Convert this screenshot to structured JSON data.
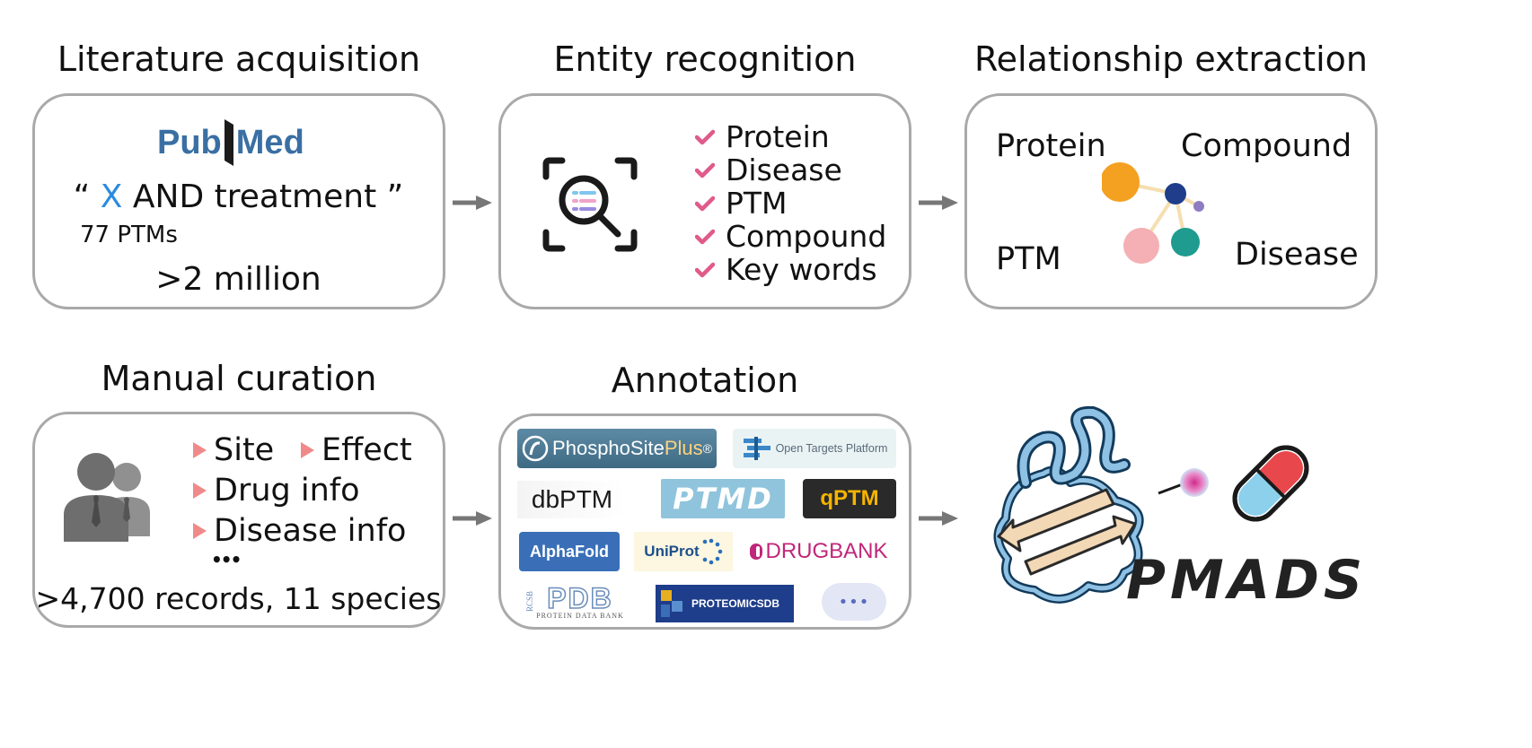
{
  "steps": {
    "literature": {
      "title": "Literature acquisition",
      "logo": {
        "part1": "Pub",
        "part2": "Med"
      },
      "query": {
        "open": "“",
        "x": "X",
        "rest": "AND treatment",
        "close": "”"
      },
      "ptms": "77 PTMs",
      "count": ">2 million"
    },
    "entity": {
      "title": "Entity recognition",
      "icon": "search-document-icon",
      "items": [
        "Protein",
        "Disease",
        "PTM",
        "Compound",
        "Key words"
      ]
    },
    "relationship": {
      "title": "Relationship extraction",
      "labels": {
        "protein": "Protein",
        "compound": "Compound",
        "ptm": "PTM",
        "disease": "Disease"
      },
      "icon": "network-graph-icon"
    },
    "manual": {
      "title": "Manual curation",
      "icon": "users-icon",
      "items": {
        "site": "Site",
        "effect": "Effect",
        "drug": "Drug info",
        "disease": "Disease info"
      },
      "ellipsis": "•••",
      "summary": ">4,700 records, 11 species"
    },
    "annotation": {
      "title": "Annotation",
      "logos": {
        "phosphosite": {
          "main": "PhosphoSite",
          "plus": "Plus",
          "reg": "®"
        },
        "opentargets": "Open Targets Platform",
        "dbptm": "dbPTM",
        "ptmd": "PTMD",
        "qptm": "qPTM",
        "alphafold": "AlphaFold",
        "uniprot": "UniProt",
        "drugbank": "DRUGBANK",
        "pdb": {
          "main": "PDB",
          "sub": "PROTEIN DATA BANK",
          "side": "RCSB"
        },
        "proteomicsdb": "PROTEOMICSDB",
        "more": "•••"
      }
    },
    "final": {
      "name": "PMADS",
      "icons": [
        "protein-structure-icon",
        "pill-icon"
      ]
    }
  },
  "colors": {
    "border": "#a9a9a9",
    "arrow": "#777777",
    "pubmed_blue": "#3a6fa3",
    "query_x": "#2b8be0",
    "check_pink": "#e05a8a",
    "triangle": "#f08a8a",
    "node_orange": "#f4a020",
    "node_navy": "#1f3d8a",
    "node_pink": "#f4b0b4",
    "node_teal": "#1f9b8f",
    "node_purple": "#8e7cc3"
  }
}
